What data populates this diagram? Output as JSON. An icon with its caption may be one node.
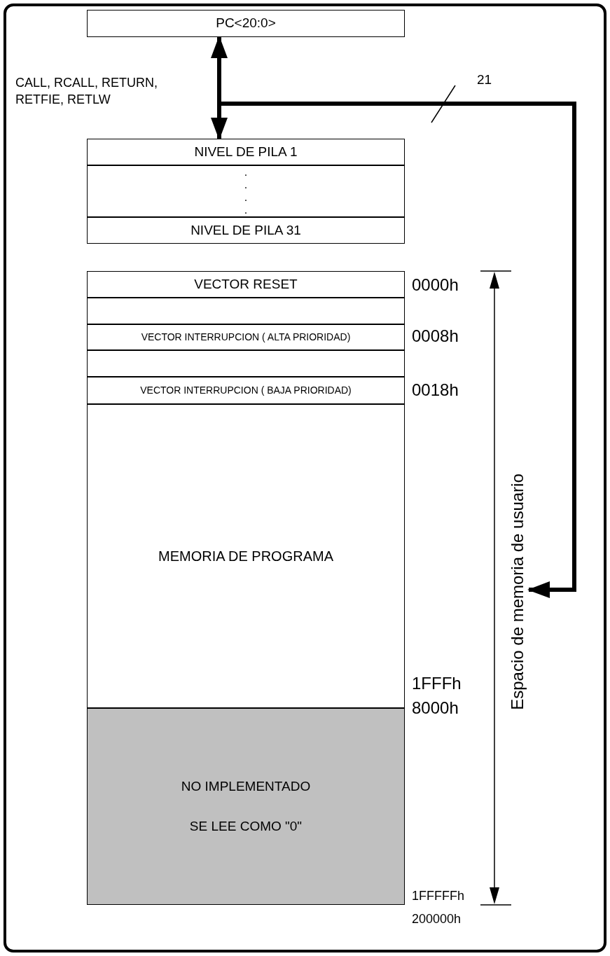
{
  "diagram": {
    "nodes": [
      {
        "text": [
          "PC<20:0>"
        ]
      },
      {
        "text": [
          "NIVEL DE PILA 1"
        ]
      },
      {
        "text": [
          ". . . ."
        ]
      },
      {
        "text": [
          "NIVEL DE PILA 31"
        ]
      },
      {
        "text": [
          "VECTOR RESET"
        ]
      },
      {
        "text": [],
        "shape": "box"
      },
      {
        "text": [
          "VECTOR INTERRUPCION ( ALTA PRIORIDAD)"
        ]
      },
      {
        "text": [],
        "shape": "box"
      },
      {
        "text": [
          "VECTOR INTERRUPCION ( BAJA PRIORIDAD)"
        ]
      },
      {
        "text": [
          "MEMORIA DE PROGRAMA"
        ]
      },
      {
        "text": [
          "NO IMPLEMENTADO",
          "SE LEE COMO \"0\""
        ]
      },
      {
        "text": [
          "Espacio de memoria de usuario"
        ]
      }
    ],
    "edges": [
      {
        "from": 0,
        "to": 1,
        "arrow": "both",
        "label": "CALL, RCALL, RETURN, RETFIE, RETLW"
      },
      {
        "from": 0,
        "to": 11,
        "arrow": "to"
      }
    ],
    "labels": [
      "21",
      "0000h",
      "0008h",
      "0018h",
      "1FFFh",
      "8000h",
      "1FFFFFh",
      "200000h"
    ]
  }
}
